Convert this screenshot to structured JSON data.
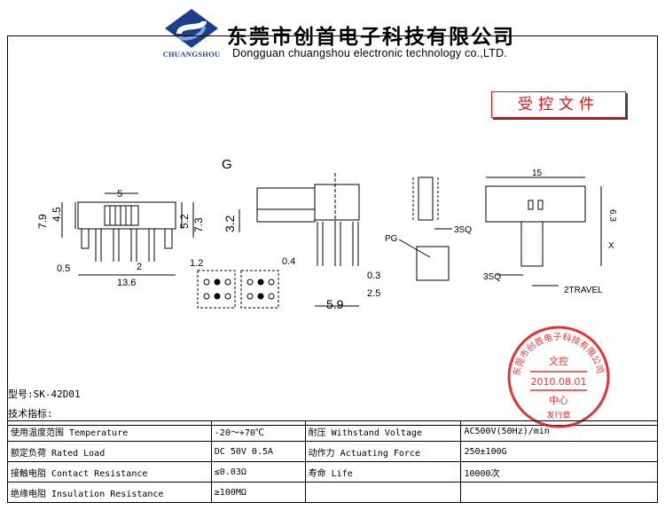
{
  "header": {
    "logo_text": "CHUANGSHOU",
    "company_cn": "东莞市创首电子科技有限公司",
    "company_en": "Dongguan chuangshou electronic technology co.,LTD."
  },
  "controlled_label": "受控文件",
  "drawing_labels": {
    "g": "G",
    "pg": "PG",
    "dim_5": "5",
    "dim_7_9": "7.9",
    "dim_4_5": "4.5",
    "dim_5_2": "5.2",
    "dim_7_3": "7.3",
    "dim_0_5": "0.5",
    "dim_2": "2",
    "dim_1_2": "1.2",
    "dim_13_6": "13.6",
    "dim_3_2": "3.2",
    "dim_0_4": "0.4",
    "dim_0_3": "0.3",
    "dim_2_5": "2.5",
    "dim_5_9": "5.9",
    "dim_3sq_a": "3SQ",
    "dim_15": "15",
    "dim_6_3": "6.3",
    "dim_x": "X",
    "dim_3sq_b": "3SQ",
    "dim_2travel": "2TRAVEL"
  },
  "stamp": {
    "ring": "东莞市创首电子科技有限公司",
    "center_top": "文控",
    "date": "2010.08.01",
    "center_bottom": "中心",
    "bottom": "发行章"
  },
  "model": "型号:SK-42D01",
  "spec_heading": "技术指标:",
  "specs": [
    [
      "使用温度范围 Temperature",
      "-20～+70℃",
      "耐压 Withstand Voltage",
      "AC500V(50Hz)/min"
    ],
    [
      "额定负荷 Rated Load",
      "DC 50V 0.5A",
      "动作力 Actuating Force",
      "250±100G"
    ],
    [
      "接触电阻 Contact Resistance",
      "≤0.03Ω",
      "寿命 Life",
      "10000次"
    ],
    [
      "绝缘电阻 Insulation Resistance",
      "≥100MΩ",
      "",
      ""
    ]
  ],
  "colors": {
    "logo_blue": "#1a3f8f",
    "stamp_red": "#d11"
  }
}
